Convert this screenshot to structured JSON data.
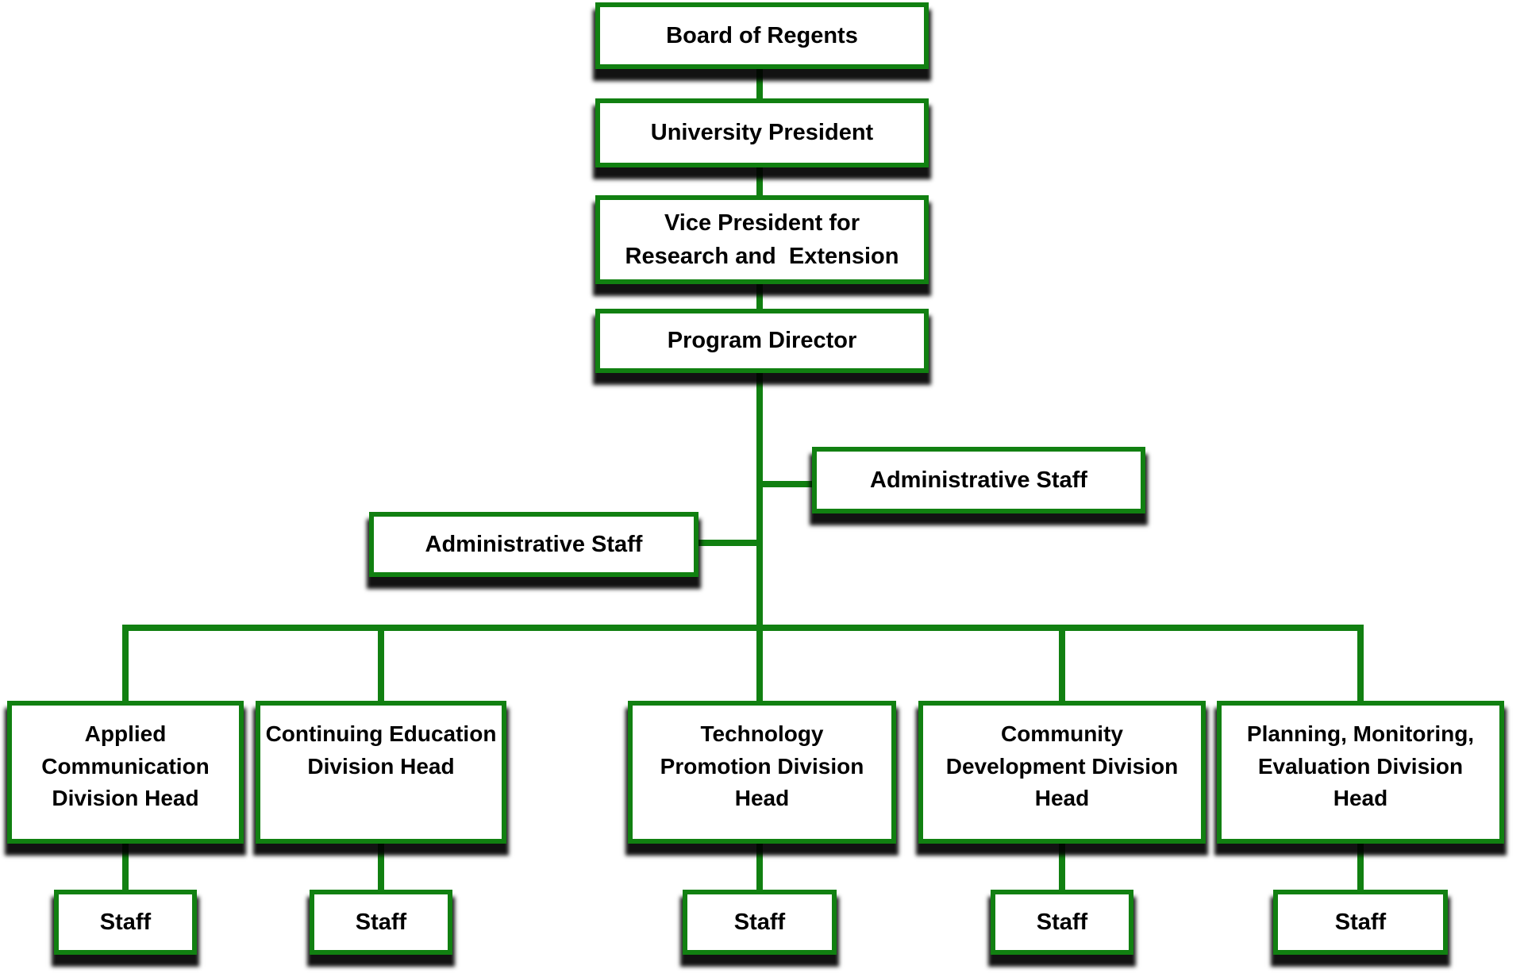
{
  "chart": {
    "type": "organizational-chart",
    "levels": [
      "governance",
      "executive",
      "program",
      "support",
      "divisions",
      "staff"
    ]
  },
  "colors": {
    "line_green": "#118011",
    "box_border_green": "#118011",
    "box_fill": "#ffffff",
    "text": "#000000",
    "shadow": "#000000"
  },
  "nodes": {
    "board": {
      "label": "Board of Regents"
    },
    "president": {
      "label": "University President"
    },
    "vice_president": {
      "label": "Vice President for\nResearch and  Extension"
    },
    "program_director": {
      "label": "Program Director"
    },
    "admin_staff_right": {
      "label": "Administrative Staff"
    },
    "admin_staff_left": {
      "label": "Administrative Staff"
    },
    "divisions": [
      {
        "label": "Applied\nCommunication\nDivision Head",
        "staff_label": "Staff"
      },
      {
        "label": "Continuing Education\nDivision Head",
        "staff_label": "Staff"
      },
      {
        "label": "Technology\nPromotion Division\nHead",
        "staff_label": "Staff"
      },
      {
        "label": "Community\nDevelopment Division\nHead",
        "staff_label": "Staff"
      },
      {
        "label": "Planning, Monitoring,\nEvaluation Division\nHead",
        "staff_label": "Staff"
      }
    ]
  }
}
